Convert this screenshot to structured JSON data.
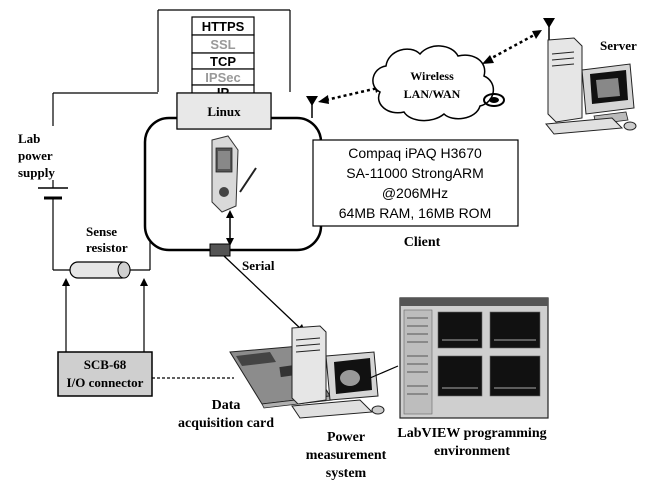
{
  "protocol_stack": [
    "HTTPS",
    "SSL",
    "TCP",
    "IPSec",
    "IP"
  ],
  "os_label": "Linux",
  "device_info": [
    "Compaq iPAQ H3670",
    "SA-11000 StrongARM",
    "@206MHz",
    "64MB RAM, 16MB ROM"
  ],
  "client_label": "Client",
  "server_label": "Server",
  "cloud_label": [
    "Wireless",
    "LAN/WAN"
  ],
  "power_supply_label": [
    "Lab",
    "power",
    "supply"
  ],
  "sense_resistor_label": [
    "Sense",
    "resistor"
  ],
  "serial_label": "Serial",
  "connector_label": [
    "SCB-68",
    "I/O connector"
  ],
  "daq_label": [
    "Data",
    "acquisition card"
  ],
  "power_system_label": [
    "Power",
    "measurement",
    "system"
  ],
  "labview_label": [
    "LabVIEW programming",
    "environment"
  ]
}
